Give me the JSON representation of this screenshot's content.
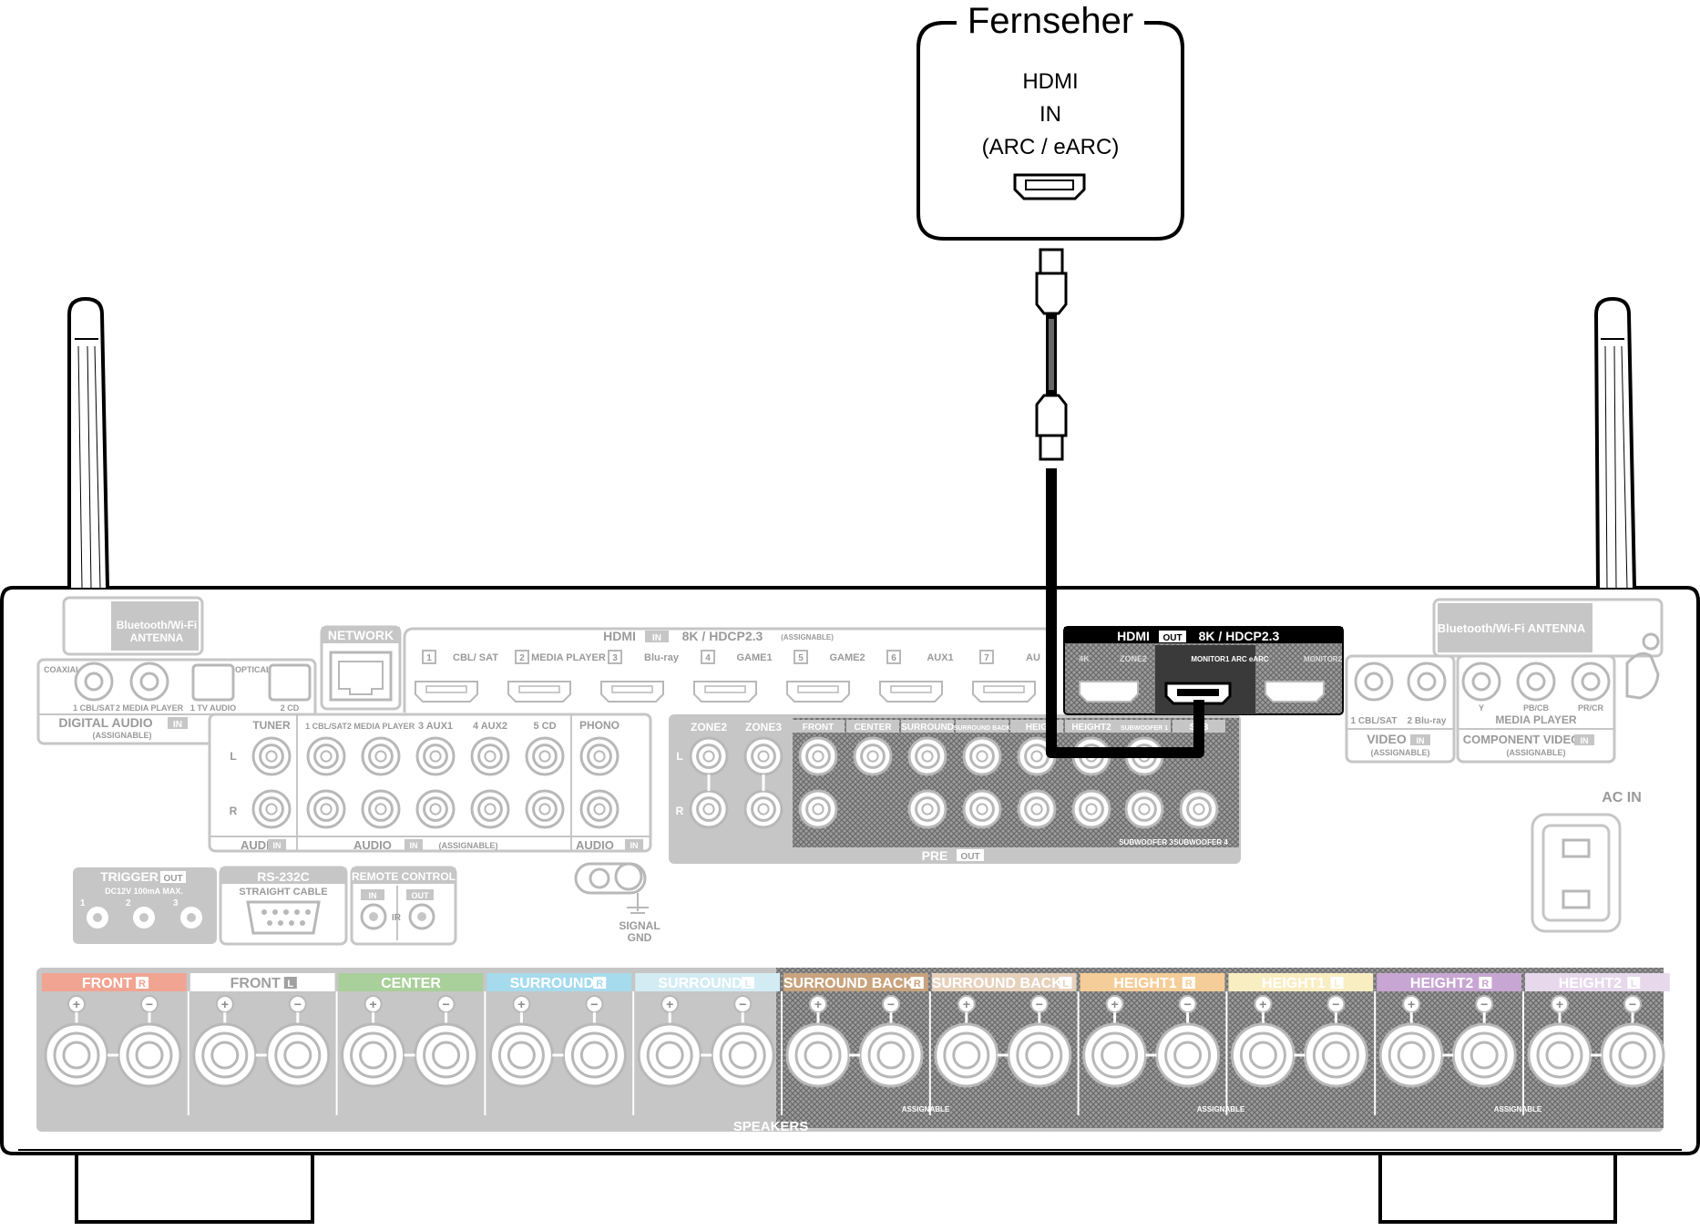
{
  "tv": {
    "title": "Fernseher",
    "port_line1": "HDMI",
    "port_line2": "IN",
    "port_line3": "(ARC / eARC)"
  },
  "receiver": {
    "antenna_left": [
      "Bluetooth/Wi-Fi",
      "ANTENNA"
    ],
    "antenna_right": "Bluetooth/Wi-Fi  ANTENNA",
    "network": "NETWORK",
    "hdmi_in_title": "HDMI",
    "hdmi_in_badge": "IN",
    "hdmi_in_spec": "8K / HDCP2.3",
    "hdmi_in_assignable": "(ASSIGNABLE)",
    "hdmi_in_ports": [
      {
        "num": "1",
        "name": "CBL/ SAT"
      },
      {
        "num": "2",
        "name": "MEDIA PLAYER"
      },
      {
        "num": "3",
        "name": "Blu-ray"
      },
      {
        "num": "4",
        "name": "GAME1"
      },
      {
        "num": "5",
        "name": "GAME2"
      },
      {
        "num": "6",
        "name": "AUX1"
      },
      {
        "num": "7",
        "name": "AU"
      }
    ],
    "hdmi_out_title": "HDMI",
    "hdmi_out_badge": "OUT",
    "hdmi_out_spec": "8K / HDCP2.3",
    "hdmi_out_ports": [
      "4K",
      "ZONE2",
      "MONITOR1 ARC eARC",
      "MONITOR2"
    ],
    "digital_audio": "DIGITAL AUDIO",
    "digital_audio_badge": "IN",
    "digital_audio_assignable": "(ASSIGNABLE)",
    "coaxial": "COAXIAL",
    "optical": "OPTICAL",
    "digital_inputs": [
      "1 CBL/SAT",
      "2 MEDIA PLAYER",
      "1 TV AUDIO",
      "2 CD"
    ],
    "tuner": "TUNER",
    "audio_in_inputs": [
      "1 CBL/SAT",
      "2 MEDIA PLAYER",
      "3 AUX1",
      "4 AUX2",
      "5 CD"
    ],
    "phono": "PHONO",
    "audio_label": "AUDIO",
    "audio_badge": "IN",
    "audio_assignable": "(ASSIGNABLE)",
    "zones": [
      "ZONE2",
      "ZONE3"
    ],
    "pre_out_channels": [
      "FRONT",
      "CENTER",
      "SURROUND",
      "SURROUND BACK",
      "HEIG",
      "HEIGHT2",
      "SUBWOOFER 1",
      "SUB"
    ],
    "subwoofers_bottom": [
      "SUBWOOFER 3",
      "SUBWOOFER 4"
    ],
    "pre_out": "PRE",
    "pre_out_badge": "OUT",
    "video": "VIDEO",
    "video_badge": "IN",
    "video_assignable": "(ASSIGNABLE)",
    "video_inputs": [
      "1 CBL/SAT",
      "2 Blu-ray"
    ],
    "component_labels": [
      "Y",
      "PB/CB",
      "PR/CR"
    ],
    "component_media_player": "MEDIA PLAYER",
    "component_video": "COMPONENT VIDEO",
    "component_badge": "IN",
    "component_assignable": "(ASSIGNABLE)",
    "ac_in": "AC IN",
    "trigger": "TRIGGER",
    "trigger_badge": "OUT",
    "trigger_spec": "DC12V 100mA MAX.",
    "trigger_nums": [
      "1",
      "2",
      "3"
    ],
    "rs232c": "RS-232C",
    "rs232c_sub": "STRAIGHT CABLE",
    "remote_control": "REMOTE CONTROL",
    "remote_in": "IN",
    "remote_out": "OUT",
    "remote_ir": "IR",
    "signal_gnd": [
      "SIGNAL",
      "GND"
    ],
    "speakers": "SPEAKERS",
    "assignable_small": "ASSIGNABLE",
    "speaker_groups": [
      {
        "label": "FRONT",
        "side": "R",
        "color": "#f1a491"
      },
      {
        "label": "FRONT",
        "side": "L",
        "color": "#ffffff"
      },
      {
        "label": "CENTER",
        "side": "",
        "color": "#a9cf9a"
      },
      {
        "label": "SURROUND",
        "side": "R",
        "color": "#a6dbed"
      },
      {
        "label": "SURROUND",
        "side": "L",
        "color": "#d3ecf4"
      },
      {
        "label": "SURROUND BACK",
        "side": "R",
        "color": "#c8a37d"
      },
      {
        "label": "SURROUND BACK",
        "side": "L",
        "color": "#e6d1bc"
      },
      {
        "label": "HEIGHT1",
        "side": "R",
        "color": "#f5cd98"
      },
      {
        "label": "HEIGHT1",
        "side": "L",
        "color": "#f9edc2"
      },
      {
        "label": "HEIGHT2",
        "side": "R",
        "color": "#c8a6d3"
      },
      {
        "label": "HEIGHT2",
        "side": "L",
        "color": "#e7d8ec"
      }
    ]
  }
}
